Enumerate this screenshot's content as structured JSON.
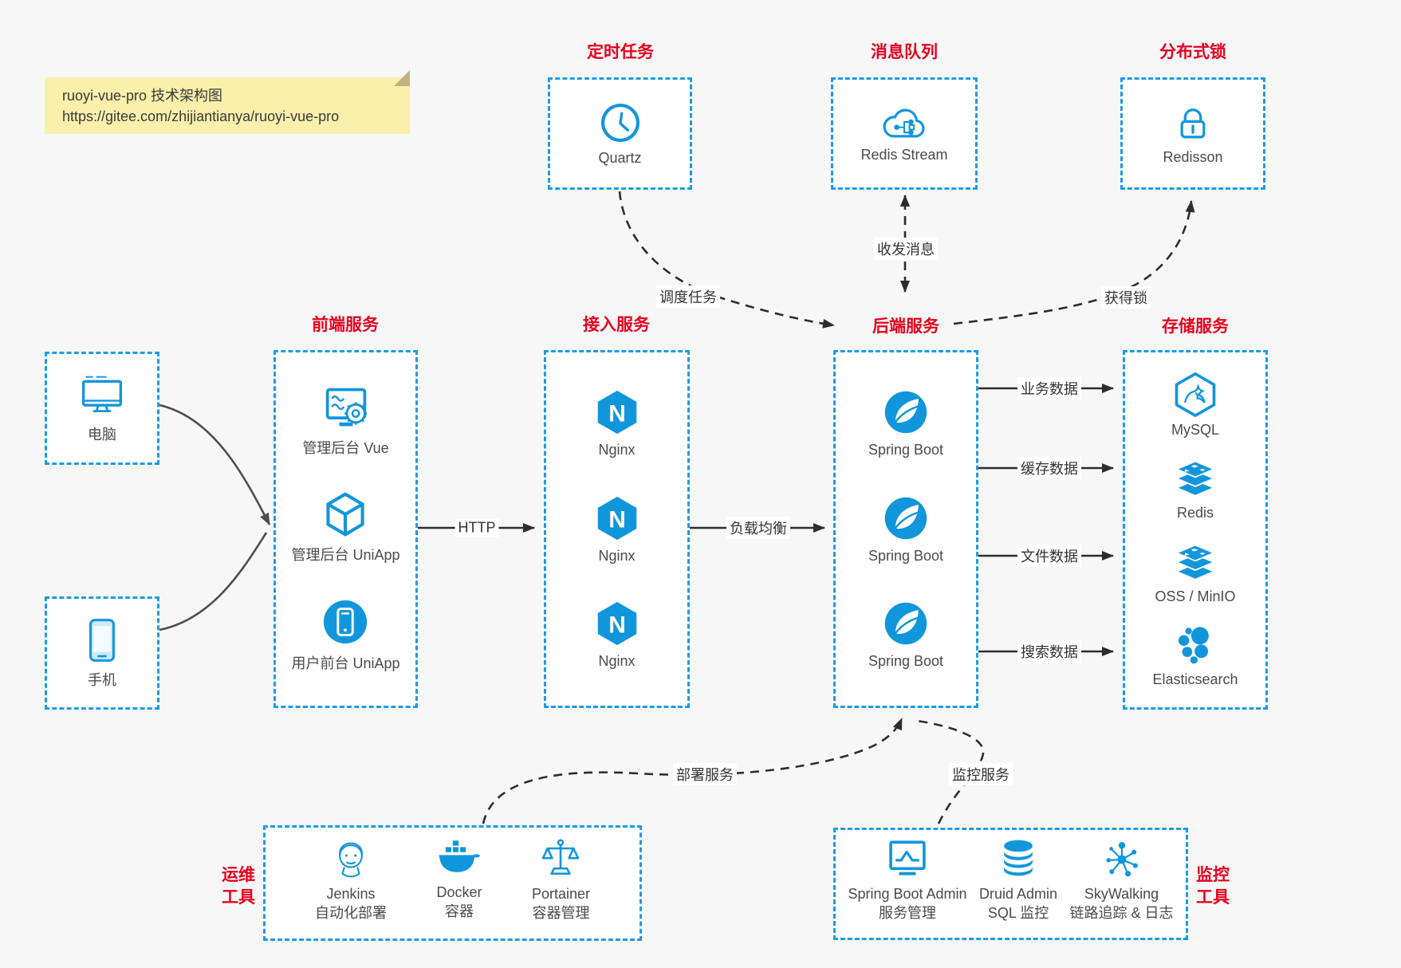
{
  "note": {
    "line1": "ruoyi-vue-pro 技术架构图",
    "line2": "https://gitee.com/zhijiantianya/ruoyi-vue-pro"
  },
  "colors": {
    "background": "#f7f7f8",
    "box_border_blue": "#1b9ce8",
    "icon_blue": "#1296db",
    "title_red": "#e8001c",
    "arrow_dark": "#2d2d2d",
    "arrow_gray": "#4d4d4d",
    "note_yellow": "#faf0ac"
  },
  "top_groups": [
    {
      "title": "定时任务",
      "item": {
        "icon": "clock-icon",
        "label": "Quartz"
      }
    },
    {
      "title": "消息队列",
      "item": {
        "icon": "cloud-network-icon",
        "label": "Redis Stream"
      }
    },
    {
      "title": "分布式锁",
      "item": {
        "icon": "lock-icon",
        "label": "Redisson"
      }
    }
  ],
  "clients": [
    {
      "icon": "desktop-icon",
      "label": "电脑"
    },
    {
      "icon": "phone-icon",
      "label": "手机"
    }
  ],
  "service_groups": [
    {
      "title": "前端服务",
      "items": [
        {
          "icon": "admin-vue-icon",
          "label": "管理后台 Vue"
        },
        {
          "icon": "cube-icon",
          "label": "管理后台 UniApp"
        },
        {
          "icon": "app-circle-icon",
          "label": "用户前台 UniApp"
        }
      ]
    },
    {
      "title": "接入服务",
      "items": [
        {
          "icon": "nginx-icon",
          "label": "Nginx"
        },
        {
          "icon": "nginx-icon",
          "label": "Nginx"
        },
        {
          "icon": "nginx-icon",
          "label": "Nginx"
        }
      ]
    },
    {
      "title": "后端服务",
      "items": [
        {
          "icon": "springboot-icon",
          "label": "Spring Boot"
        },
        {
          "icon": "springboot-icon",
          "label": "Spring Boot"
        },
        {
          "icon": "springboot-icon",
          "label": "Spring Boot"
        }
      ]
    },
    {
      "title": "存储服务",
      "items": [
        {
          "icon": "mysql-icon",
          "label": "MySQL"
        },
        {
          "icon": "redis-stack-icon",
          "label": "Redis"
        },
        {
          "icon": "oss-stack-icon",
          "label": "OSS / MinIO"
        },
        {
          "icon": "elasticsearch-icon",
          "label": "Elasticsearch"
        }
      ]
    }
  ],
  "bottom_groups": [
    {
      "side_label": [
        "运维",
        "工具"
      ],
      "items": [
        {
          "icon": "jenkins-icon",
          "label": "Jenkins",
          "sublabel": "自动化部署"
        },
        {
          "icon": "docker-icon",
          "label": "Docker",
          "sublabel": "容器"
        },
        {
          "icon": "portainer-icon",
          "label": "Portainer",
          "sublabel": "容器管理"
        }
      ]
    },
    {
      "side_label": [
        "监控",
        "工具"
      ],
      "items": [
        {
          "icon": "springboot-admin-icon",
          "label": "Spring Boot Admin",
          "sublabel": "服务管理"
        },
        {
          "icon": "druid-icon",
          "label": "Druid Admin",
          "sublabel": "SQL 监控"
        },
        {
          "icon": "skywalking-icon",
          "label": "SkyWalking",
          "sublabel": "链路追踪 & 日志"
        }
      ]
    }
  ],
  "edge_labels": {
    "http": "HTTP",
    "load_balance": "负载均衡",
    "schedule": "调度任务",
    "message": "收发消息",
    "acquire_lock": "获得锁",
    "business_data": "业务数据",
    "cache_data": "缓存数据",
    "file_data": "文件数据",
    "search_data": "搜索数据",
    "deploy": "部署服务",
    "monitor": "监控服务"
  }
}
